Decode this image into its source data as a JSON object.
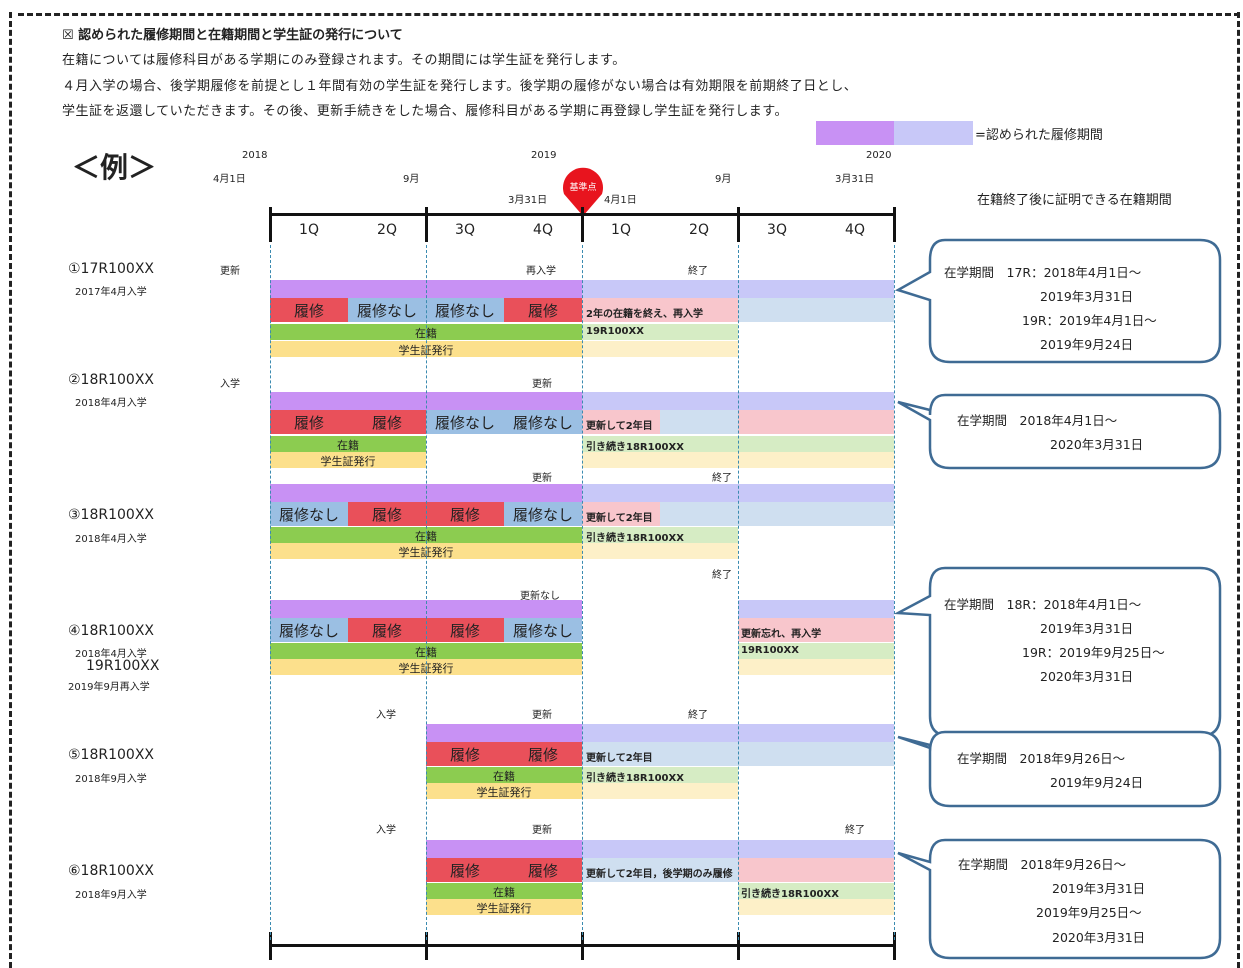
{
  "heading": "☒ 認められた履修期間と在籍期間と学生証の発行について",
  "paragraphs": [
    "在籍については履修科目がある学期にのみ登録されます。その期間には学生証を発行します。",
    "４月入学の場合、後学期履修を前提とし１年間有効の学生証を発行します。後学期の履修がない場合は有効期限を前期終了日とし、",
    "学生証を返還していただきます。その後、更新手続きをした場合、履修科目がある学期に再登録し学生証を発行します。"
  ],
  "legend_label": "=認められた履修期間",
  "example_label": "＜例＞",
  "timeline": {
    "year_2018": "2018",
    "year_2019": "2019",
    "year_2020": "2020",
    "apr1_2018": "4月1日",
    "sep_2018": "9月",
    "mar31_2019": "3月31日",
    "base_point": "基準点",
    "apr1_2019": "4月1日",
    "sep_2019": "9月",
    "mar31_2020": "3月31日",
    "quarters": [
      "1Q",
      "2Q",
      "3Q",
      "4Q",
      "1Q",
      "2Q",
      "3Q",
      "4Q"
    ]
  },
  "right_header": "在籍終了後に証明できる在籍期間",
  "common": {
    "rishu": "履修",
    "nashi": "履修なし",
    "zaiseki": "在籍",
    "gakuseisho": "学生証発行"
  },
  "students": [
    {
      "name": "①17R100XX",
      "entry": "2017年4月入学",
      "events": {
        "a": "更新",
        "b": "再入学",
        "c": "終了"
      },
      "notes": {
        "n1": "2年の在籍を終え、再入学",
        "n2": "19R100XX"
      },
      "callout": [
        "在学期間　17R：2018年4月1日～",
        "2019年3月31日",
        "19R：2019年4月1日～",
        "2019年9月24日"
      ]
    },
    {
      "name": "②18R100XX",
      "entry": "2018年4月入学",
      "events": {
        "a": "入学",
        "b": "更新",
        "c": "更新",
        "d": "終了"
      },
      "notes": {
        "n1": "更新して2年目",
        "n2": "引き続き18R100XX"
      },
      "callout": [
        "在学期間　2018年4月1日～",
        "2020年3月31日"
      ]
    },
    {
      "name": "③18R100XX",
      "entry": "2018年4月入学",
      "events": {
        "a": "終了"
      },
      "notes": {
        "n1": "更新して2年目",
        "n2": "引き続き18R100XX"
      }
    },
    {
      "name": "④18R100XX",
      "entry": "2018年4月入学",
      "name2": "19R100XX",
      "entry2": "2019年9月再入学",
      "events": {
        "a": "更新なし"
      },
      "notes": {
        "n1": "更新忘れ、再入学",
        "n2": "19R100XX"
      },
      "callout": [
        "在学期間　18R：2018年4月1日～",
        "2019年3月31日",
        "19R：2019年9月25日～",
        "2020年3月31日"
      ]
    },
    {
      "name": "⑤18R100XX",
      "entry": "2018年9月入学",
      "events": {
        "a": "入学",
        "b": "更新",
        "c": "終了"
      },
      "notes": {
        "n1": "更新して2年目",
        "n2": "引き続き18R100XX"
      },
      "callout": [
        "在学期間　2018年9月26日～",
        "2019年9月24日"
      ]
    },
    {
      "name": "⑥18R100XX",
      "entry": "2018年9月入学",
      "events": {
        "a": "入学",
        "b": "更新",
        "c": "終了"
      },
      "notes": {
        "n1": "更新して2年目，後学期のみ履修",
        "n2": "引き続き18R100XX"
      },
      "callout": [
        "在学期間　2018年9月26日～",
        "2019年3月31日",
        "2019年9月25日～",
        "2020年3月31日"
      ]
    }
  ],
  "colors": {
    "approved_dark": "#c891f4",
    "approved_light": "#c8c8f8",
    "rishu": "#e9505a",
    "nashi": "#9bbfe3",
    "zaiseki": "#8ccc50",
    "gakuseisho": "#fce08c",
    "pink": "#f8c6cc",
    "lightblue": "#cfdff0",
    "lightgreen": "#d6ecc4",
    "lightyellow": "#fdf0c8",
    "callout_border": "#3f6b94",
    "marker": "#e8141e"
  }
}
